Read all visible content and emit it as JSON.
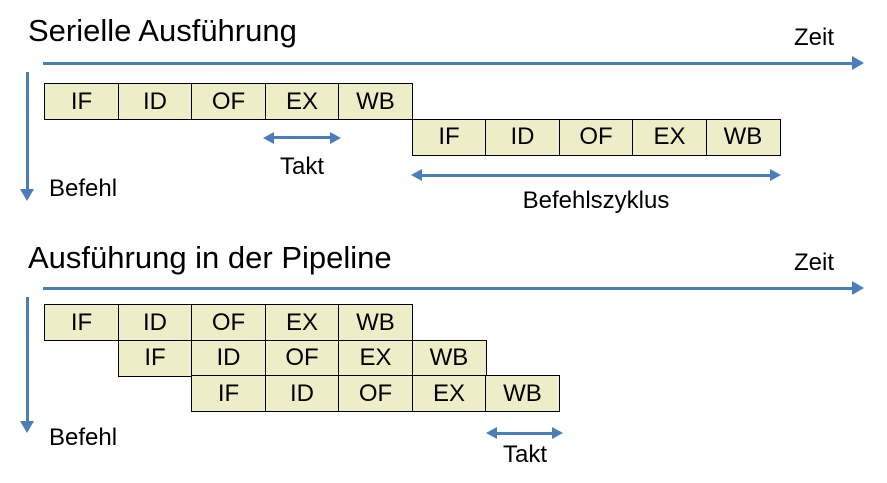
{
  "colors": {
    "accent": "#4A7EBB",
    "box-fill": "#EDEDC8",
    "box-border": "#000000"
  },
  "serial": {
    "title": "Serielle Ausführung",
    "time_axis_label": "Zeit",
    "instruction_axis_label": "Befehl",
    "clock_label": "Takt",
    "cycle_label": "Befehlszyklus",
    "rows": [
      [
        "IF",
        "ID",
        "OF",
        "EX",
        "WB"
      ],
      [
        "IF",
        "ID",
        "OF",
        "EX",
        "WB"
      ]
    ]
  },
  "pipeline": {
    "title": "Ausführung in der Pipeline",
    "time_axis_label": "Zeit",
    "instruction_axis_label": "Befehl",
    "clock_label": "Takt",
    "rows": [
      [
        "IF",
        "ID",
        "OF",
        "EX",
        "WB"
      ],
      [
        "IF",
        "ID",
        "OF",
        "EX",
        "WB"
      ],
      [
        "IF",
        "ID",
        "OF",
        "EX",
        "WB"
      ]
    ]
  }
}
